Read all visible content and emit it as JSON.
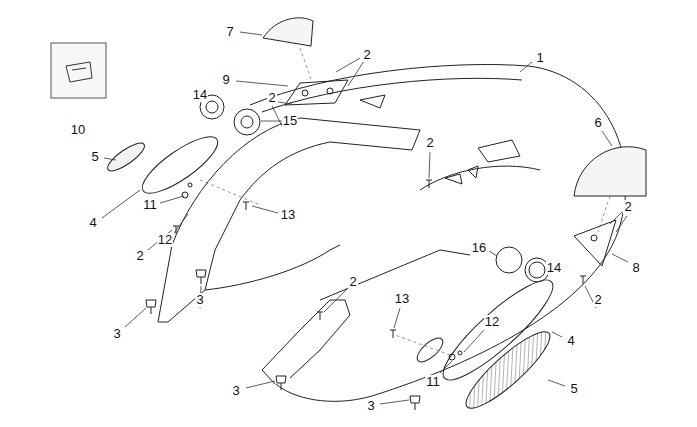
{
  "diagram": {
    "labels": [
      "7",
      "2",
      "1",
      "9",
      "14",
      "2",
      "15",
      "10",
      "5",
      "2",
      "6",
      "4",
      "11",
      "12",
      "13",
      "2",
      "2",
      "8",
      "16",
      "14",
      "2",
      "2",
      "3",
      "3",
      "13",
      "12",
      "4",
      "11",
      "5",
      "3",
      "3"
    ]
  }
}
